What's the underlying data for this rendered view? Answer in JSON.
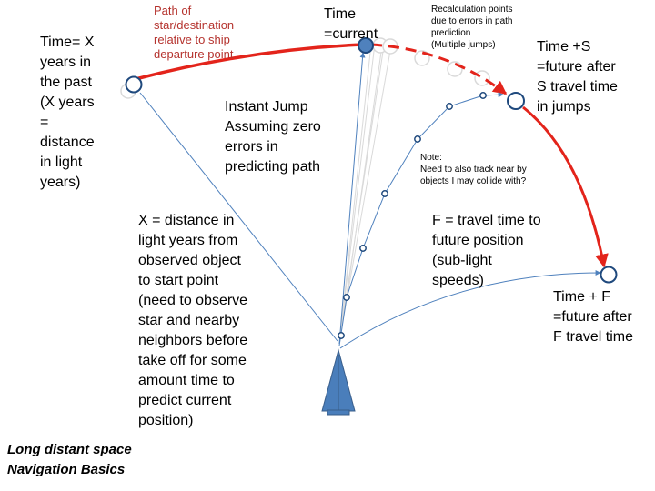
{
  "labels": {
    "past": [
      "Time= X",
      "years in",
      "the past",
      "(X years",
      "=",
      "distance",
      "in light",
      "years)"
    ],
    "path_of_star": [
      "Path of",
      "star/destination",
      "relative to ship",
      "departure point"
    ],
    "time_current": [
      "Time",
      "=current"
    ],
    "recalc": [
      "Recalculation points",
      "due to errors in path",
      "prediction",
      "(Multiple jumps)"
    ],
    "time_s": [
      "Time +S",
      "=future after",
      "S travel time",
      "in jumps"
    ],
    "instant_jump": [
      "Instant Jump",
      "Assuming zero",
      "errors in",
      "predicting path"
    ],
    "note": [
      "Note:",
      "Need to also track near by",
      "objects I may collide with?"
    ],
    "x_distance": [
      "X = distance in",
      "light years from",
      "observed object",
      "to start point",
      "(need to observe",
      "star and nearby",
      "neighbors before",
      "take off for some",
      "amount time to",
      "predict current",
      "position)"
    ],
    "f_travel": [
      "F = travel time to",
      "future position",
      "(sub-light",
      "speeds)"
    ],
    "time_f": [
      "Time + F",
      "=future after",
      "F travel time"
    ],
    "footer": [
      "Long distant space",
      "Navigation Basics"
    ]
  },
  "colors": {
    "red_path": "#e3241b",
    "blue_line": "#4f81bd",
    "dark_node": "#1f497d",
    "ship": "#4a7ebb",
    "ghost": "#d9d9d9",
    "red_text": "#b5332e"
  },
  "icons": {
    "ship": "ship-triangle-icon"
  }
}
